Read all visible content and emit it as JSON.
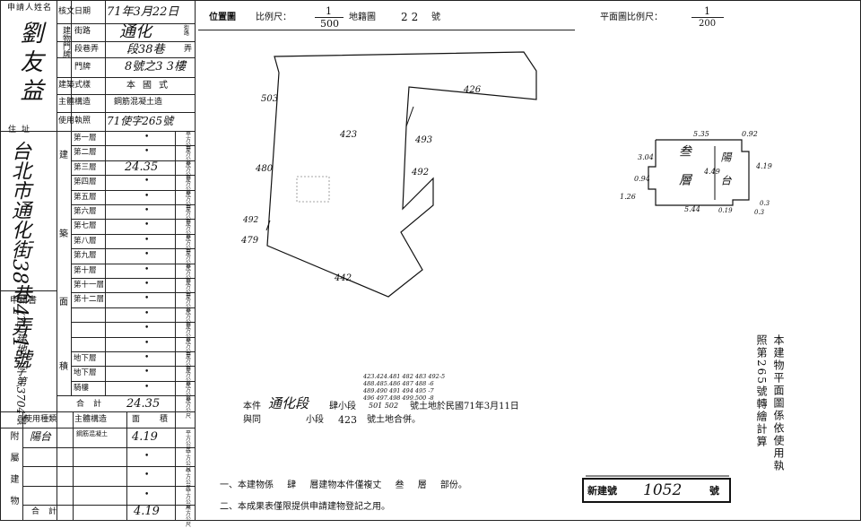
{
  "form": {
    "applicant_label": "申請人姓名",
    "applicant_name": "劉友益",
    "address_label": "住址",
    "address": "台北市通化街38巷4弄1號",
    "application_label": "申請書",
    "application_no": "(71)建地二字第3704號",
    "doc_date_label": "核文日期",
    "doc_date": "71年3月22日",
    "street_label": "街路",
    "street": "通化",
    "street_unit": "街路",
    "door_label": "建物門牌",
    "lane_label": "段巷弄",
    "lane": "段38巷",
    "lane_unit": "弄",
    "number_label": "門牌",
    "number": "8號之3 3樓",
    "style_label": "建築式樣",
    "style": "本國式",
    "structure_label": "主體構造",
    "structure": "鋼筋混凝土造",
    "license_label": "使用執照",
    "license": "71使字265號",
    "building_label": "建",
    "area_label": "築",
    "side_label": "面",
    "volume_label": "積",
    "floors": [
      {
        "name": "第一層",
        "value": "•"
      },
      {
        "name": "第二層",
        "value": "•"
      },
      {
        "name": "第三層",
        "value": "24.35"
      },
      {
        "name": "第四層",
        "value": "•"
      },
      {
        "name": "第五層",
        "value": "•"
      },
      {
        "name": "第六層",
        "value": "•"
      },
      {
        "name": "第七層",
        "value": "•"
      },
      {
        "name": "第八層",
        "value": "•"
      },
      {
        "name": "第九層",
        "value": "•"
      },
      {
        "name": "第十層",
        "value": "•"
      },
      {
        "name": "第十一層",
        "value": "•"
      },
      {
        "name": "第十二層",
        "value": "•"
      },
      {
        "name": "",
        "value": "•"
      },
      {
        "name": "",
        "value": "•"
      },
      {
        "name": "",
        "value": "•"
      },
      {
        "name": "地下層",
        "value": "•"
      },
      {
        "name": "地下層",
        "value": "•"
      },
      {
        "name": "騎樓",
        "value": "•"
      }
    ],
    "floor_unit": "平方公尺",
    "total_label": "合計",
    "total": "24.35",
    "annex_label": "附屬建物",
    "annex_headers": {
      "use": "使用種類",
      "structure": "主體構造",
      "area": "面積"
    },
    "annex_rows": [
      {
        "use": "陽台",
        "structure": "鋼筋混凝土",
        "area": "4.19"
      },
      {
        "use": "",
        "structure": "",
        "area": "•"
      },
      {
        "use": "",
        "structure": "",
        "area": "•"
      },
      {
        "use": "",
        "structure": "",
        "area": "•"
      }
    ],
    "annex_total_label": "合計",
    "annex_total": "4.19"
  },
  "site_plan": {
    "title": "位置圖",
    "scale_label": "比例尺：",
    "scale_num": "1",
    "scale_den": "500",
    "lot_label": "地籍圖",
    "lot_no": "22",
    "lot_unit": "號",
    "parcels": [
      "503",
      "426",
      "423",
      "493",
      "480",
      "492",
      "492",
      "479",
      "442"
    ]
  },
  "floor_plan": {
    "scale_label": "平面圖比例尺：",
    "scale_num": "1",
    "scale_den": "200",
    "room_text": "叁層",
    "balcony_text": "陽台",
    "dims": [
      "5.35",
      "0.92",
      "3.04",
      "4.49",
      "4.19",
      "0.94",
      "1.26",
      "5.44",
      "0.19",
      "0.3",
      "0.3"
    ]
  },
  "notes": {
    "merge_prefix": "本件",
    "merge_section": "通化段",
    "merge_sub": "肆小段",
    "merge_list_1": "423.424.481 482 483 492-5",
    "merge_list_2": "488.485.486 487 488   -6",
    "merge_list_3": "489.490 491 494 495   -7",
    "merge_list_4": "496 497.498 499.500   -8",
    "merge_list_5": "501 502",
    "merge_suffix": "號土地於民國71年3月11日",
    "merge_line2_prefix": "與同",
    "merge_line2_mid": "小段",
    "merge_line2_no": "423",
    "merge_line2_suffix": "號土地合併。",
    "note1": "一、本建物係  肆  層建物本件僅複丈  叁  層  部份。",
    "note2": "二、本成果表僅限提供申請建物登記之用。",
    "new_no_label": "新建號",
    "new_no": "1052",
    "new_no_unit": "號",
    "right_note": "本建物平面圖係依使用執照第265號轉繪計算"
  }
}
